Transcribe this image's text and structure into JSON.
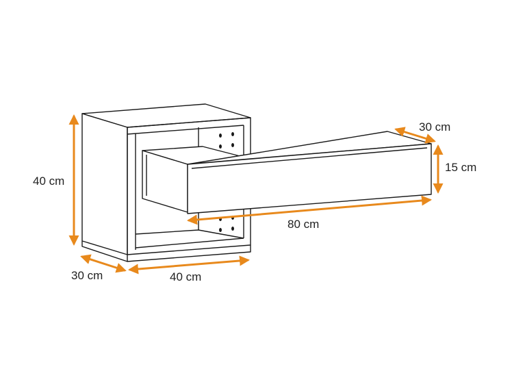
{
  "colors": {
    "outline": "#1a1a1a",
    "dimension": "#e8891c",
    "background": "#ffffff",
    "text": "#222222"
  },
  "dimensions": {
    "cube_height": "40 cm",
    "cube_depth": "30 cm",
    "cube_width": "40 cm",
    "shelf_depth": "30 cm",
    "shelf_height": "15 cm",
    "shelf_width": "80 cm"
  }
}
